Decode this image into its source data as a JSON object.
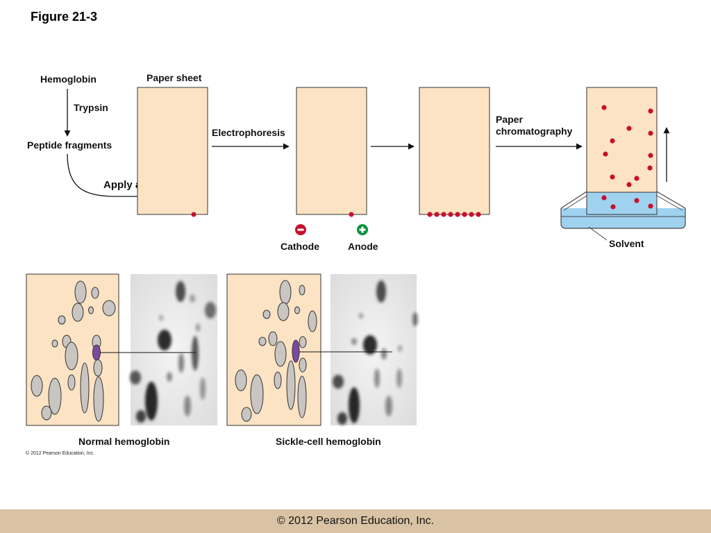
{
  "slide": {
    "title": "Figure 21-3"
  },
  "diagram": {
    "labels": {
      "hemoglobin": "Hemoglobin",
      "trypsin": "Trypsin",
      "peptide_fragments": "Peptide fragments",
      "apply_as_spot": "Apply as spot",
      "paper_sheet": "Paper sheet",
      "electrophoresis": "Electrophoresis",
      "cathode": "Cathode",
      "anode": "Anode",
      "paper_chromatography_line1": "Paper",
      "paper_chromatography_line2": "chromatography",
      "solvent": "Solvent",
      "normal_hemoglobin": "Normal hemoglobin",
      "sickle_cell_hemoglobin": "Sickle-cell hemoglobin"
    },
    "colors": {
      "paper": "#fce3c4",
      "spot_red": "#c8102e",
      "solvent_blue": "#9fd2ef",
      "cathode_red": "#c8102e",
      "anode_green": "#0a8f3c",
      "peptide_gray": "#c9c5c2",
      "highlight_purple": "#7b4aa0",
      "photo_bg": "#ededed",
      "footer_bg": "#d9c3a4"
    },
    "icons": {
      "cathode_symbol": "minus-circle-icon",
      "anode_symbol": "plus-circle-icon"
    }
  },
  "credit_inline": "© 2012 Pearson Education, Inc.",
  "footer": {
    "credit": "© 2012 Pearson Education, Inc."
  }
}
